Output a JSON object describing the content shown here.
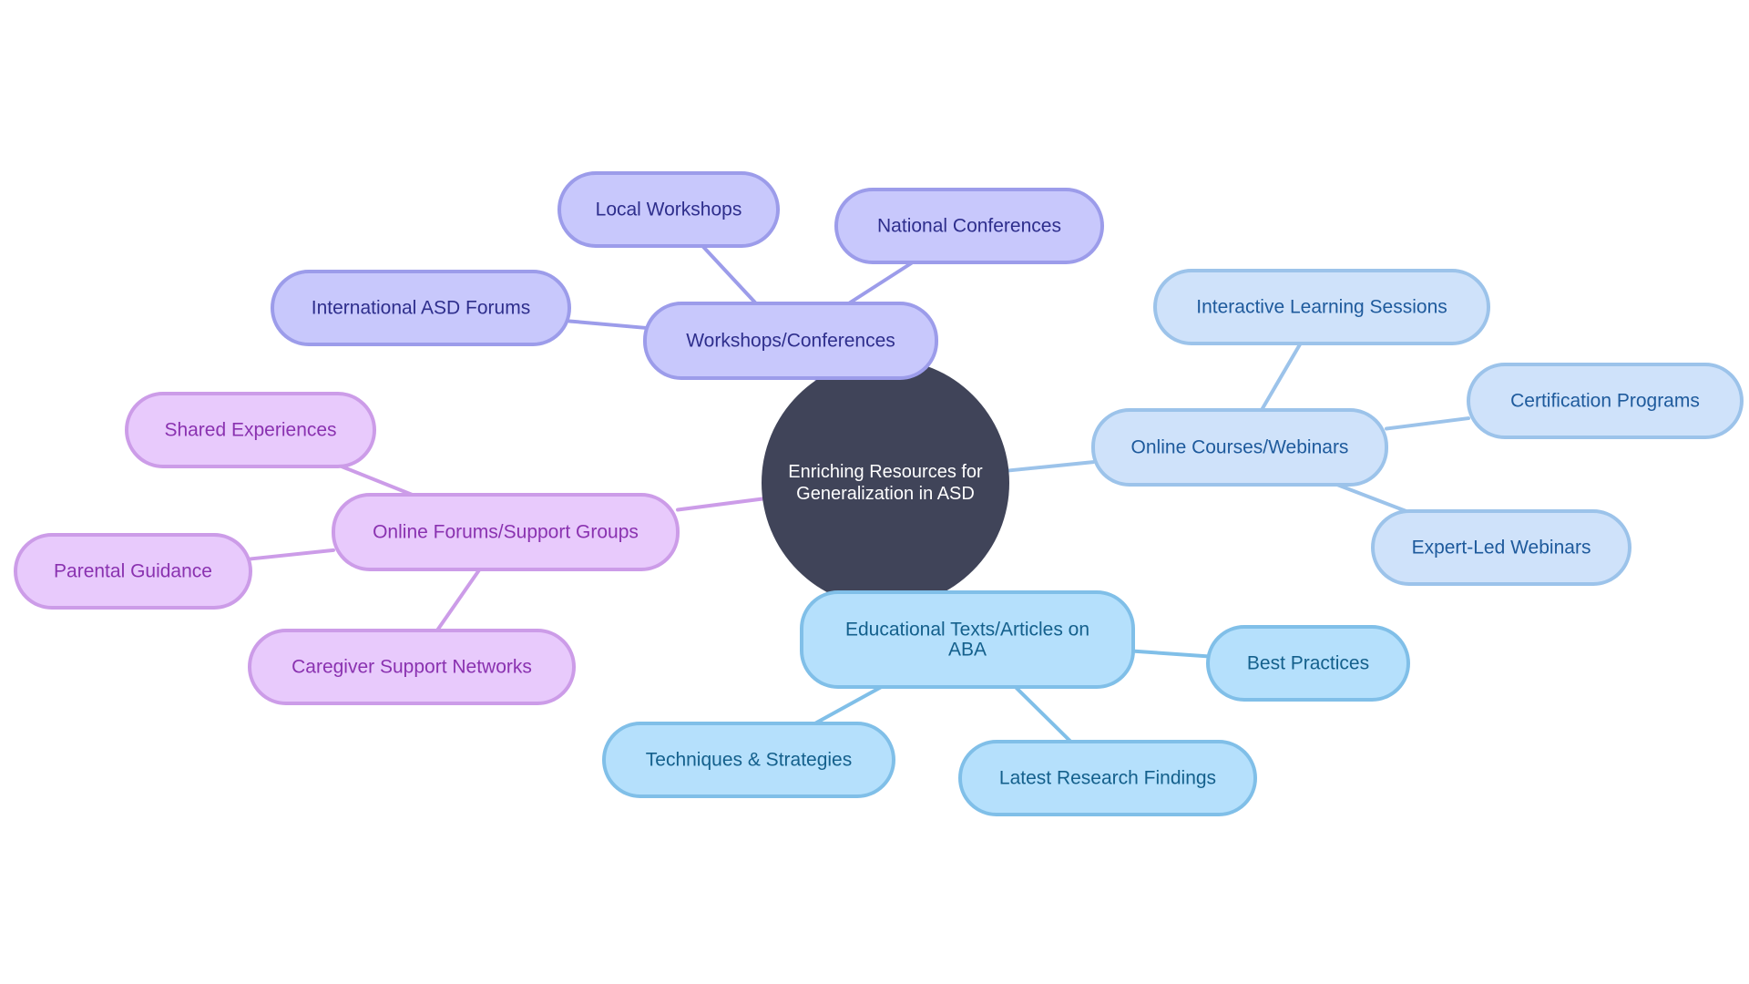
{
  "center": {
    "lines": [
      "Enriching Resources for",
      "Generalization in ASD"
    ],
    "color": "#404459"
  },
  "branches": [
    {
      "id": "workshops",
      "label": [
        "Workshops/Conferences"
      ],
      "style": {
        "fill": "#c8c8fc",
        "stroke": "#9c9cea",
        "text": "#2e2e8c",
        "line": "#9c9cea"
      },
      "children": [
        {
          "id": "local",
          "label": [
            "Local Workshops"
          ]
        },
        {
          "id": "national",
          "label": [
            "National Conferences"
          ]
        },
        {
          "id": "international",
          "label": [
            "International ASD Forums"
          ]
        }
      ]
    },
    {
      "id": "online-courses",
      "label": [
        "Online Courses/Webinars"
      ],
      "style": {
        "fill": "#cfe2fa",
        "stroke": "#9cc3ea",
        "text": "#1e5a9c",
        "line": "#9cc3ea"
      },
      "children": [
        {
          "id": "interactive",
          "label": [
            "Interactive Learning Sessions"
          ]
        },
        {
          "id": "certification",
          "label": [
            "Certification Programs"
          ]
        },
        {
          "id": "expert",
          "label": [
            "Expert-Led Webinars"
          ]
        }
      ]
    },
    {
      "id": "educational",
      "label": [
        "Educational Texts/Articles on",
        "ABA"
      ],
      "style": {
        "fill": "#b5e0fc",
        "stroke": "#80bfe8",
        "text": "#14608c",
        "line": "#80bfe8"
      },
      "children": [
        {
          "id": "best",
          "label": [
            "Best Practices"
          ]
        },
        {
          "id": "research",
          "label": [
            "Latest Research Findings"
          ]
        },
        {
          "id": "techniques",
          "label": [
            "Techniques & Strategies"
          ]
        }
      ]
    },
    {
      "id": "forums",
      "label": [
        "Online Forums/Support Groups"
      ],
      "style": {
        "fill": "#e8cafc",
        "stroke": "#cc9ce8",
        "text": "#8a32b0",
        "line": "#cc9ce8"
      },
      "children": [
        {
          "id": "shared",
          "label": [
            "Shared Experiences"
          ]
        },
        {
          "id": "parental",
          "label": [
            "Parental Guidance"
          ]
        },
        {
          "id": "caregiver",
          "label": [
            "Caregiver Support Networks"
          ]
        }
      ]
    }
  ]
}
